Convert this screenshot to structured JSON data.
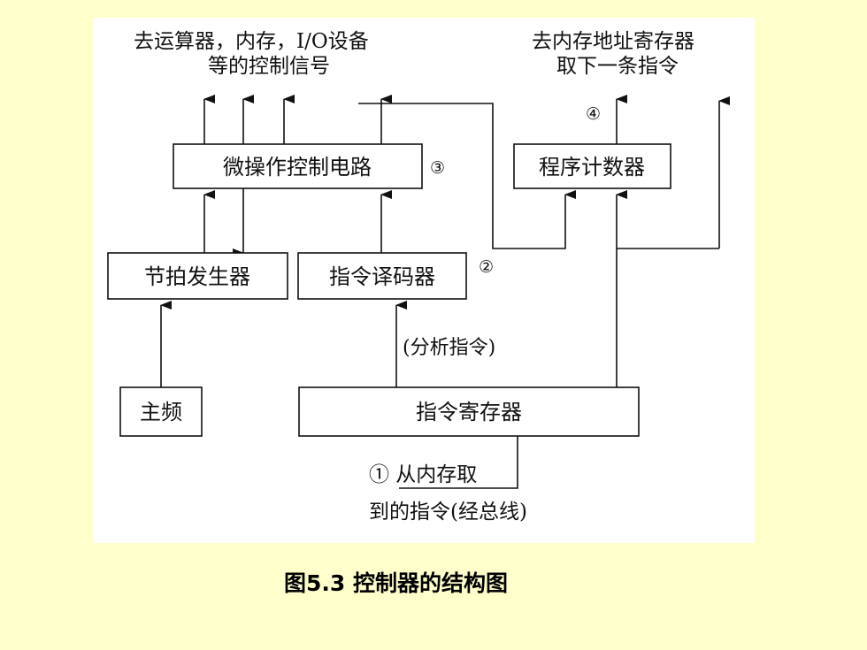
{
  "caption": "图5.3 控制器的结构图",
  "labels": {
    "top_left_line1": "去运算器，内存，I/O设备",
    "top_left_line2": "等的控制信号",
    "top_right_line1": "去内存地址寄存器",
    "top_right_line2": "取下一条指令",
    "analyze": "(分析指令)",
    "fetch_line1": "① 从内存取",
    "fetch_line2": "到的指令(经总线)"
  },
  "blocks": {
    "micro_op": "微操作控制电路",
    "pc": "程序计数器",
    "clock_gen": "节拍发生器",
    "decoder": "指令译码器",
    "main_clock": "主频",
    "ir": "指令寄存器"
  },
  "markers": {
    "m2": "②",
    "m3": "③",
    "m4": "④"
  },
  "colors": {
    "background": "#ffffcc",
    "panel": "#ffffff",
    "ink": "#111111"
  }
}
